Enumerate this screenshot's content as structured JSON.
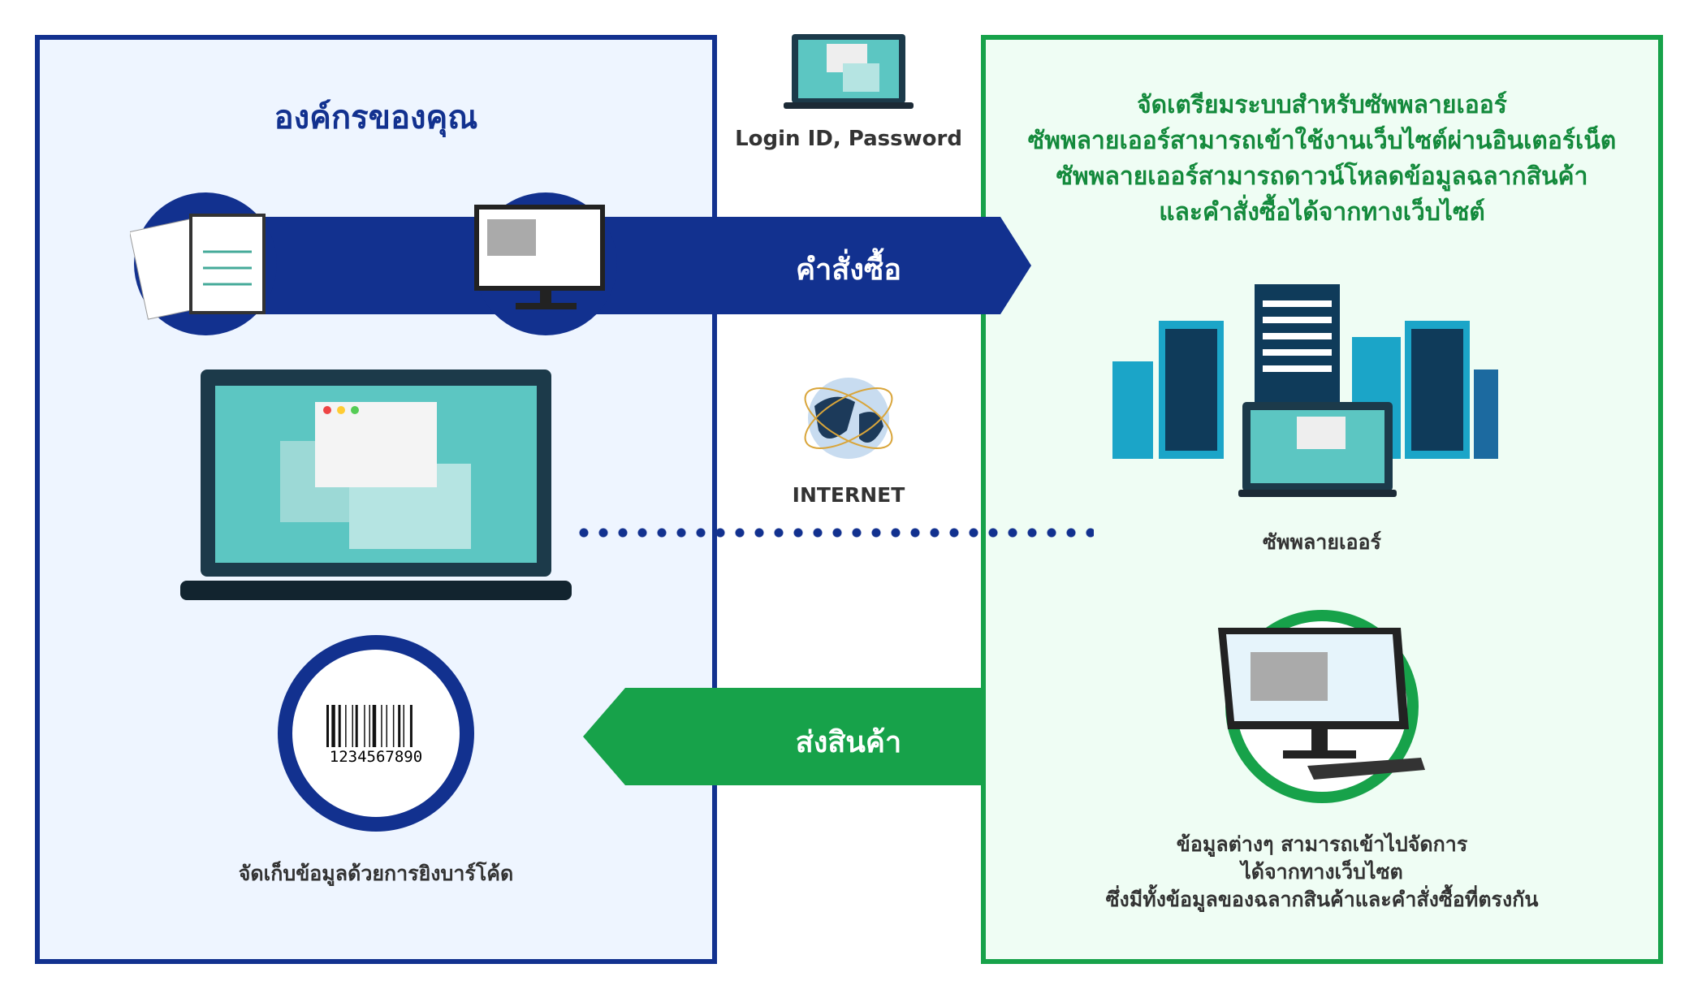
{
  "left_panel": {
    "title": "องค์กรของคุณ",
    "barcode_digits": "1234567890",
    "barcode_caption": "จัดเก็บข้อมูลด้วยการยิงบาร์โค้ด"
  },
  "center": {
    "login_label": "Login ID, Password",
    "order_arrow_label": "คำสั่งซื้อ",
    "internet_label": "INTERNET",
    "ship_arrow_label": "ส่งสินค้า"
  },
  "right_panel": {
    "heading_lines": [
      "จัดเตรียมระบบสำหรับซัพพลายเออร์",
      "ซัพพลายเออร์สามารถเข้าใช้งานเว็บไซต์ผ่านอินเตอร์เน็ต",
      "ซัพพลายเออร์สามารถดาวน์โหลดข้อมูลฉลากสินค้า",
      "และคำสั่งซื้อได้จากทางเว็บไซต์"
    ],
    "supplier_label": "ซัพพลายเออร์",
    "bottom_lines": [
      "ข้อมูลต่างๆ สามารถเข้าไปจัดการ",
      "ได้จากทางเว็บไซต",
      "ซึ่งมีทั้งข้อมูลของฉลากสินค้าและคำสั่งซื้อที่ตรงกัน"
    ]
  },
  "colors": {
    "blue": "#12318f",
    "green": "#17a24a",
    "teal": "#5cc6c2"
  }
}
